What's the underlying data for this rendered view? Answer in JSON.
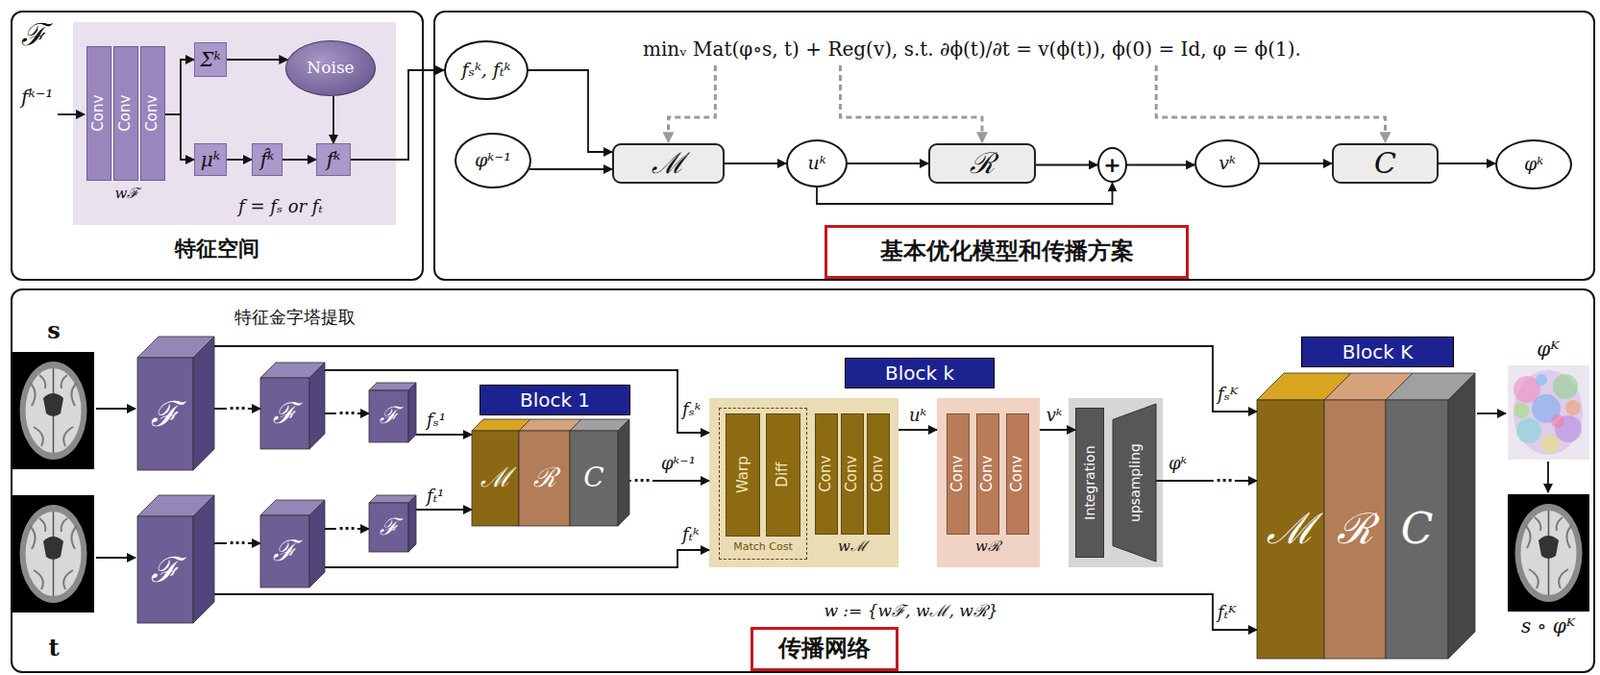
{
  "diagram": {
    "nodes": [
      {
        "text": [
          "特征空间"
        ]
      },
      {
        "text": [
          "wℱ",
          "f = fₛ or fₜ"
        ],
        "in": 0
      },
      {
        "text": [
          "Conv"
        ],
        "in": 1
      },
      {
        "text": [
          "Conv"
        ],
        "in": 1
      },
      {
        "text": [
          "Conv"
        ],
        "in": 1
      },
      {
        "text": [
          "Σᵏ"
        ],
        "in": 1
      },
      {
        "text": [
          "μᵏ"
        ],
        "in": 1
      },
      {
        "text": [
          "f̂ᵏ"
        ],
        "in": 1
      },
      {
        "text": [
          "fᵏ"
        ],
        "in": 1
      },
      {
        "text": [
          "Noise"
        ],
        "in": 1
      },
      {
        "text": [
          "minᵥ Mat(φ∘s, t) + Reg(v), s.t. ∂ϕ(t)/∂t = v(ϕ(t)), ϕ(0) = Id, φ = ϕ(1)."
        ]
      },
      {
        "text": [
          "基本优化模型和传播方案"
        ],
        "in": 10
      },
      {
        "text": [
          "fₛᵏ, fₜᵏ"
        ],
        "in": 10
      },
      {
        "text": [
          "φᵏ⁻¹"
        ],
        "in": 10
      },
      {
        "text": [
          "ℳ"
        ],
        "in": 10
      },
      {
        "text": [
          "uᵏ"
        ],
        "in": 10
      },
      {
        "text": [
          "ℛ"
        ],
        "in": 10
      },
      {
        "text": [
          "+"
        ],
        "in": 10
      },
      {
        "text": [
          "vᵏ"
        ],
        "in": 10
      },
      {
        "text": [
          "C"
        ],
        "in": 10
      },
      {
        "text": [
          "φᵏ"
        ],
        "in": 10
      },
      {
        "text": [
          "特征金字塔提取"
        ]
      },
      {
        "text": [
          "传播网络"
        ],
        "in": 21
      },
      {
        "text": [
          "ℱ"
        ],
        "in": 21
      },
      {
        "text": [
          "ℱ"
        ],
        "in": 21
      },
      {
        "text": [
          "ℱ"
        ],
        "in": 21
      },
      {
        "text": [
          "ℱ"
        ],
        "in": 21
      },
      {
        "text": [
          "ℱ"
        ],
        "in": 21
      },
      {
        "text": [
          "ℱ"
        ],
        "in": 21
      },
      {
        "text": [
          "Block 1"
        ],
        "in": 21
      },
      {
        "text": [
          "ℳ"
        ],
        "in": 21
      },
      {
        "text": [
          "ℛ"
        ],
        "in": 21
      },
      {
        "text": [
          "C"
        ],
        "in": 21
      },
      {
        "text": [
          "Block k"
        ],
        "in": 21
      },
      {
        "text": [
          "wℳ"
        ],
        "in": 21
      },
      {
        "text": [
          "Match Cost"
        ],
        "in": 34
      },
      {
        "text": [
          "Warp"
        ],
        "in": 35
      },
      {
        "text": [
          "Diff"
        ],
        "in": 35
      },
      {
        "text": [
          "Conv"
        ],
        "in": 34
      },
      {
        "text": [
          "Conv"
        ],
        "in": 34
      },
      {
        "text": [
          "Conv"
        ],
        "in": 34
      },
      {
        "text": [
          "wℛ"
        ],
        "in": 21
      },
      {
        "text": [
          "Conv"
        ],
        "in": 41
      },
      {
        "text": [
          "Conv"
        ],
        "in": 41
      },
      {
        "text": [
          "Conv"
        ],
        "in": 41
      },
      {
        "text": [
          "Integration"
        ],
        "in": 21
      },
      {
        "text": [
          "upsampling"
        ],
        "in": 21
      },
      {
        "text": [
          "Block K"
        ],
        "in": 21
      },
      {
        "text": [
          "ℳ"
        ],
        "in": 21
      },
      {
        "text": [
          "ℛ"
        ],
        "in": 21
      },
      {
        "text": [
          "C"
        ],
        "in": 21
      }
    ],
    "edges": [
      {
        "from": 4,
        "to": 5,
        "arrow": "to"
      },
      {
        "from": 4,
        "to": 6,
        "arrow": "to"
      },
      {
        "from": 5,
        "to": 9,
        "arrow": "to"
      },
      {
        "from": 9,
        "to": 8,
        "arrow": "to"
      },
      {
        "from": 6,
        "to": 7,
        "arrow": "to"
      },
      {
        "from": 7,
        "to": 8,
        "arrow": "to"
      },
      {
        "from": 8,
        "to": 12,
        "arrow": "to"
      },
      {
        "from": 12,
        "to": 14,
        "arrow": "to"
      },
      {
        "from": 13,
        "to": 14,
        "arrow": "to"
      },
      {
        "from": 14,
        "to": 15,
        "arrow": "to"
      },
      {
        "from": 15,
        "to": 16,
        "arrow": "to"
      },
      {
        "from": 16,
        "to": 17,
        "arrow": "to"
      },
      {
        "from": 15,
        "to": 17,
        "arrow": "to"
      },
      {
        "from": 17,
        "to": 18,
        "arrow": "to"
      },
      {
        "from": 18,
        "to": 19,
        "arrow": "to"
      },
      {
        "from": 19,
        "to": 20,
        "arrow": "to"
      },
      {
        "from": 23,
        "to": 24,
        "arrow": "to"
      },
      {
        "from": 24,
        "to": 25,
        "arrow": "to"
      },
      {
        "from": 26,
        "to": 27,
        "arrow": "to"
      },
      {
        "from": 27,
        "to": 28,
        "arrow": "to"
      },
      {
        "from": 25,
        "to": 30,
        "arrow": "to",
        "label": "fₛ¹"
      },
      {
        "from": 28,
        "to": 30,
        "arrow": "to",
        "label": "fₜ¹"
      },
      {
        "from": 24,
        "to": 34,
        "arrow": "to",
        "label": "fₛᵏ"
      },
      {
        "from": 27,
        "to": 34,
        "arrow": "to",
        "label": "fₜᵏ"
      },
      {
        "from": 23,
        "to": 48,
        "arrow": "to",
        "label": "fₛᴷ"
      },
      {
        "from": 26,
        "to": 48,
        "arrow": "to",
        "label": "fₜᴷ"
      },
      {
        "from": 32,
        "to": 34,
        "arrow": "to",
        "label": "φᵏ⁻¹"
      },
      {
        "from": 34,
        "to": 41,
        "arrow": "to",
        "label": "uᵏ"
      },
      {
        "from": 41,
        "to": 45,
        "arrow": "to",
        "label": "vᵏ"
      },
      {
        "from": 46,
        "to": 48,
        "arrow": "to",
        "label": "φᵏ"
      }
    ],
    "labels": [
      "ℱ",
      "fᵏ⁻¹",
      "s",
      "t",
      "···",
      "···",
      "···",
      "···",
      "···",
      "···",
      "w := {wℱ, wℳ, wℛ}",
      "φᴷ",
      "s ∘ φᴷ"
    ]
  }
}
